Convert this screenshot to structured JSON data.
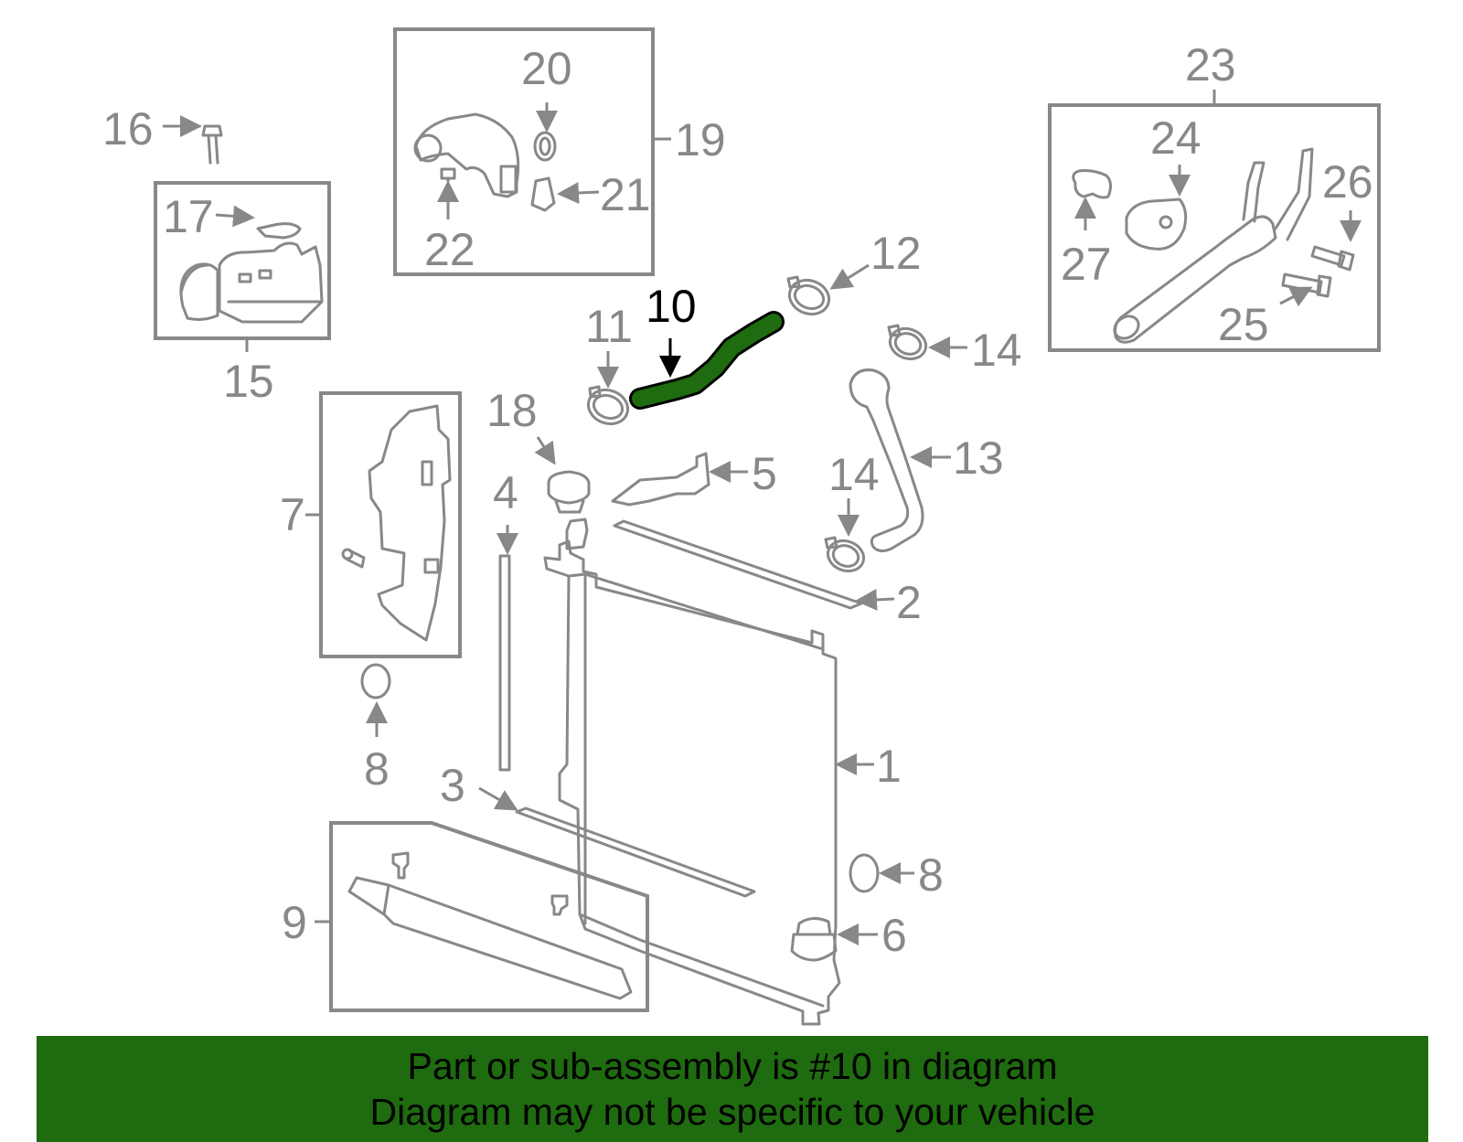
{
  "diagram": {
    "highlight_color": "#1f6b0f",
    "highlighted_part": "10",
    "labels": {
      "p1": "1",
      "p2": "2",
      "p3": "3",
      "p4": "4",
      "p5": "5",
      "p6": "6",
      "p7": "7",
      "p8a": "8",
      "p8b": "8",
      "p9": "9",
      "p10": "10",
      "p11": "11",
      "p12": "12",
      "p13": "13",
      "p14a": "14",
      "p14b": "14",
      "p15": "15",
      "p16": "16",
      "p17": "17",
      "p18": "18",
      "p19": "19",
      "p20": "20",
      "p21": "21",
      "p22": "22",
      "p23": "23",
      "p24": "24",
      "p25": "25",
      "p26": "26",
      "p27": "27"
    }
  },
  "banner": {
    "background": "#1f6b0f",
    "line1": "Part or sub-assembly is #10 in diagram",
    "line2": "Diagram may not be specific to your vehicle"
  }
}
